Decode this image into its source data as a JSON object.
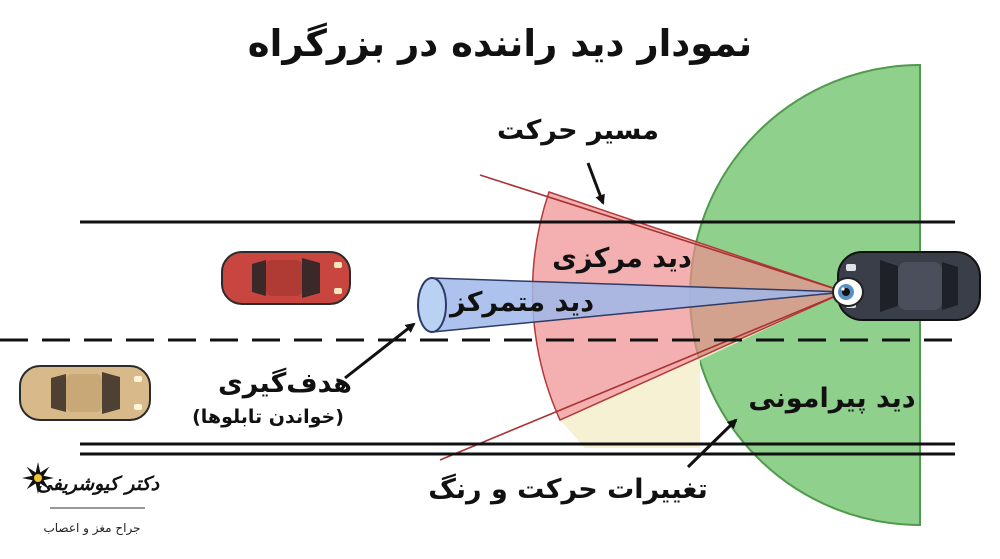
{
  "title": "نمودار دید راننده در بزرگراه",
  "labels": {
    "motion_path": "مسیر حرکت",
    "central_vision": "دید مرکزی",
    "focused_vision": "دید متمرکز",
    "targeting": "هدف‌گیری",
    "targeting_note": "(خواندن تابلوها)",
    "peripheral_vision": "دید پیرامونی",
    "motion_color_changes": "تغییرات حرکت و رنگ"
  },
  "logo": {
    "name": "دکتر کیوشریفی",
    "subtitle": "جراح مغز و اعصاب"
  },
  "colors": {
    "peripheral_green": "#8fd08c",
    "central_red": "#ef8f8f",
    "focused_blue": "#9fb8ea",
    "motion_cream": "#f6f0cf",
    "road_line": "#111111",
    "red_car": "#c8463f",
    "beige_car": "#d8b98a",
    "black_car": "#3a3e48"
  },
  "icons": [
    "eye-icon",
    "red-car-icon",
    "beige-car-icon",
    "black-car-icon",
    "logo-starburst-icon"
  ]
}
